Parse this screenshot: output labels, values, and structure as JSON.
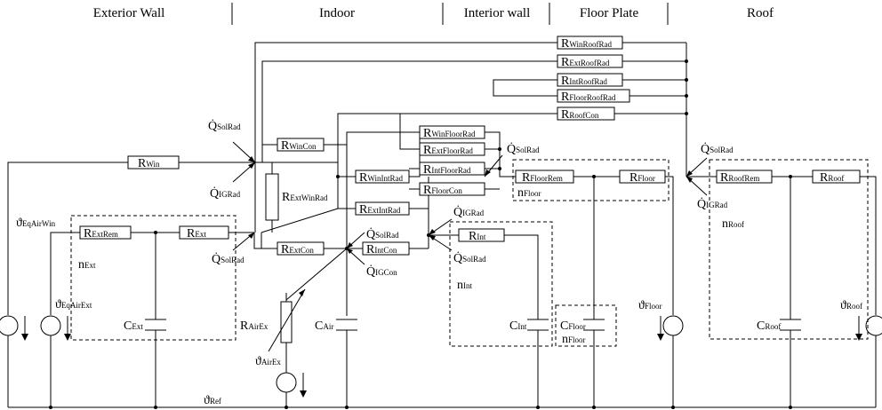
{
  "headers": {
    "exterior_wall": "Exterior Wall",
    "indoor": "Indoor",
    "interior_wall": "Interior wall",
    "floor_plate": "Floor Plate",
    "roof": "Roof"
  },
  "resistors": {
    "win_roof_rad": {
      "main": "R",
      "sub": "WinRoofRad"
    },
    "ext_roof_rad": {
      "main": "R",
      "sub": "ExtRoofRad"
    },
    "int_roof_rad": {
      "main": "R",
      "sub": "IntRoofRad"
    },
    "floor_roof_rad": {
      "main": "R",
      "sub": "FloorRoofRad"
    },
    "roof_con": {
      "main": "R",
      "sub": "RoofCon"
    },
    "win_floor_rad": {
      "main": "R",
      "sub": "WinFloorRad"
    },
    "ext_floor_rad": {
      "main": "R",
      "sub": "ExtFloorRad"
    },
    "int_floor_rad": {
      "main": "R",
      "sub": "IntFloorRad"
    },
    "floor_con": {
      "main": "R",
      "sub": "FloorCon"
    },
    "win_con": {
      "main": "R",
      "sub": "WinCon"
    },
    "win": {
      "main": "R",
      "sub": "Win"
    },
    "ext_win_rad": {
      "main": "R",
      "sub": "ExtWinRad"
    },
    "win_int_rad": {
      "main": "R",
      "sub": "WinIntRad"
    },
    "ext_int_rad": {
      "main": "R",
      "sub": "ExtIntRad"
    },
    "ext_rem": {
      "main": "R",
      "sub": "ExtRem"
    },
    "ext": {
      "main": "R",
      "sub": "Ext"
    },
    "ext_con": {
      "main": "R",
      "sub": "ExtCon"
    },
    "int_con": {
      "main": "R",
      "sub": "IntCon"
    },
    "int": {
      "main": "R",
      "sub": "Int"
    },
    "floor_rem": {
      "main": "R",
      "sub": "FloorRem"
    },
    "floor": {
      "main": "R",
      "sub": "Floor"
    },
    "roof_rem": {
      "main": "R",
      "sub": "RoofRem"
    },
    "roof": {
      "main": "R",
      "sub": "Roof"
    },
    "air_ex": {
      "main": "R",
      "sub": "AirEx"
    }
  },
  "capacitors": {
    "ext": {
      "main": "C",
      "sub": "Ext"
    },
    "air": {
      "main": "C",
      "sub": "Air"
    },
    "int": {
      "main": "C",
      "sub": "Int"
    },
    "floor": {
      "main": "C",
      "sub": "Floor"
    },
    "roof": {
      "main": "C",
      "sub": "Roof"
    }
  },
  "heat_flows": {
    "sol_rad_win": {
      "main": "Q̇",
      "sub": "SolRad"
    },
    "ig_rad_win": {
      "main": "Q̇",
      "sub": "IGRad"
    },
    "sol_rad_ext": {
      "main": "Q̇",
      "sub": "SolRad"
    },
    "sol_rad_air": {
      "main": "Q̇",
      "sub": "SolRad"
    },
    "ig_con": {
      "main": "Q̇",
      "sub": "IGCon"
    },
    "sol_rad_int_top": {
      "main": "Q̇",
      "sub": "SolRad"
    },
    "ig_rad_int": {
      "main": "Q̇",
      "sub": "IGRad"
    },
    "sol_rad_int": {
      "main": "Q̇",
      "sub": "SolRad"
    },
    "sol_rad_roof": {
      "main": "Q̇",
      "sub": "SolRad"
    },
    "ig_rad_roof": {
      "main": "Q̇",
      "sub": "IGRad"
    }
  },
  "temperatures": {
    "eq_air_win": {
      "main": "ϑ",
      "sub": "EqAirWin"
    },
    "eq_air_ext": {
      "main": "ϑ",
      "sub": "EqAirExt"
    },
    "air_ex": {
      "main": "ϑ",
      "sub": "AirEx"
    },
    "floor": {
      "main": "ϑ",
      "sub": "Floor"
    },
    "roof": {
      "main": "ϑ",
      "sub": "Roof"
    },
    "ref": {
      "main": "ϑ",
      "sub": "Ref"
    }
  },
  "zones": {
    "ext": {
      "main": "n",
      "sub": "Ext"
    },
    "int": {
      "main": "n",
      "sub": "Int"
    },
    "floor_top": {
      "main": "n",
      "sub": "Floor"
    },
    "floor_bottom": {
      "main": "n",
      "sub": "Floor"
    },
    "roof": {
      "main": "n",
      "sub": "Roof"
    }
  }
}
